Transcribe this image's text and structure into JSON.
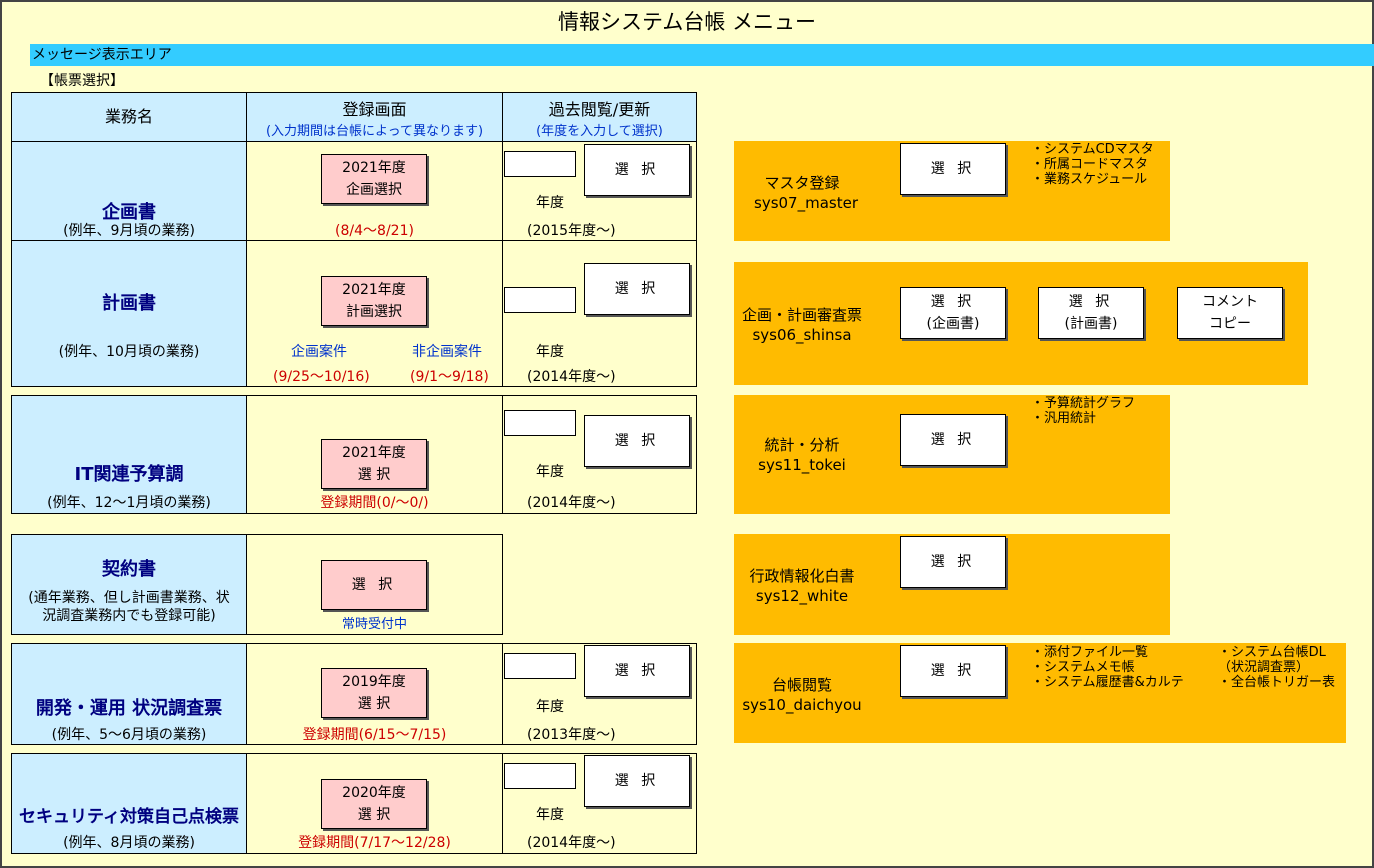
{
  "title": "情報システム台帳  メニュー",
  "message_area": "メッセージ表示エリア",
  "section_label": "【帳票選択】",
  "headers": {
    "business_name": "業務名",
    "register": "登録画面",
    "register_note": "(入力期間は台帳によって異なります)",
    "past": "過去閲覧/更新",
    "past_note": "(年度を入力して選択)"
  },
  "common": {
    "select": "選 択",
    "year_label": "年度"
  },
  "rows": [
    {
      "name": "企画書",
      "sub": "(例年、9月頃の業務)",
      "btn_line1": "2021年度",
      "btn_line2": "企画選択",
      "period": "(8/4～8/21)",
      "since": "(2015年度～)"
    },
    {
      "name": "計画書",
      "sub": "(例年、10月頃の業務)",
      "btn_line1": "2021年度",
      "btn_line2": "計画選択",
      "case1_label": "企画案件",
      "case1_period": "(9/25～10/16)",
      "case2_label": "非企画案件",
      "case2_period": "(9/1～9/18)",
      "since": "(2014年度～)"
    },
    {
      "name": "IT関連予算調",
      "sub": "(例年、12～1月頃の業務)",
      "btn_line1": "2021年度",
      "btn_line2": "選 択",
      "period": "登録期間(0/～0/)",
      "since": "(2014年度～)"
    },
    {
      "name": "契約書",
      "sub_line1": "(通年業務、但し計画書業務、状",
      "sub_line2": "況調査業務内でも登録可能)",
      "btn_line1": "選 択",
      "period": "常時受付中"
    },
    {
      "name": "開発・運用 状況調査票",
      "sub": "(例年、5～6月頃の業務)",
      "btn_line1": "2019年度",
      "btn_line2": "選 択",
      "period": "登録期間(6/15～7/15)",
      "since": "(2013年度～)"
    },
    {
      "name": "セキュリティ対策自己点検票",
      "sub": "(例年、8月頃の業務)",
      "btn_line1": "2020年度",
      "btn_line2": "選 択",
      "period": "登録期間(7/17～12/28)",
      "since": "(2014年度～)"
    }
  ],
  "panels": [
    {
      "label": "マスタ登録",
      "code": "sys07_master",
      "notes": [
        "・システムCDマスタ",
        "・所属コードマスタ",
        "・業務スケジュール"
      ]
    },
    {
      "label": "企画・計画審査票",
      "code": "sys06_shinsa",
      "btn1_line1": "選 択",
      "btn1_line2": "(企画書)",
      "btn2_line1": "選 択",
      "btn2_line2": "(計画書)",
      "btn3_line1": "コメント",
      "btn3_line2": "コピー"
    },
    {
      "label": "統計・分析",
      "code": "sys11_tokei",
      "notes": [
        "・予算統計グラフ",
        "・汎用統計"
      ]
    },
    {
      "label": "行政情報化白書",
      "code": "sys12_white"
    },
    {
      "label": "台帳閲覧",
      "code": "sys10_daichyou",
      "notes": [
        "・添付ファイル一覧",
        "・システムメモ帳",
        "・システム履歴書&カルテ"
      ],
      "notes2": [
        "・システム台帳DL",
        "（状況調査票）",
        "・全台帳トリガー表"
      ]
    }
  ],
  "colors": {
    "background": "#ffffcc",
    "message_bar": "#33ccff",
    "name_cell": "#cceeff",
    "panel": "#ffbb00",
    "register_button": "#ffcccc",
    "accent_red": "#cc0000",
    "accent_blue": "#0033cc",
    "title_navy": "#000080"
  }
}
